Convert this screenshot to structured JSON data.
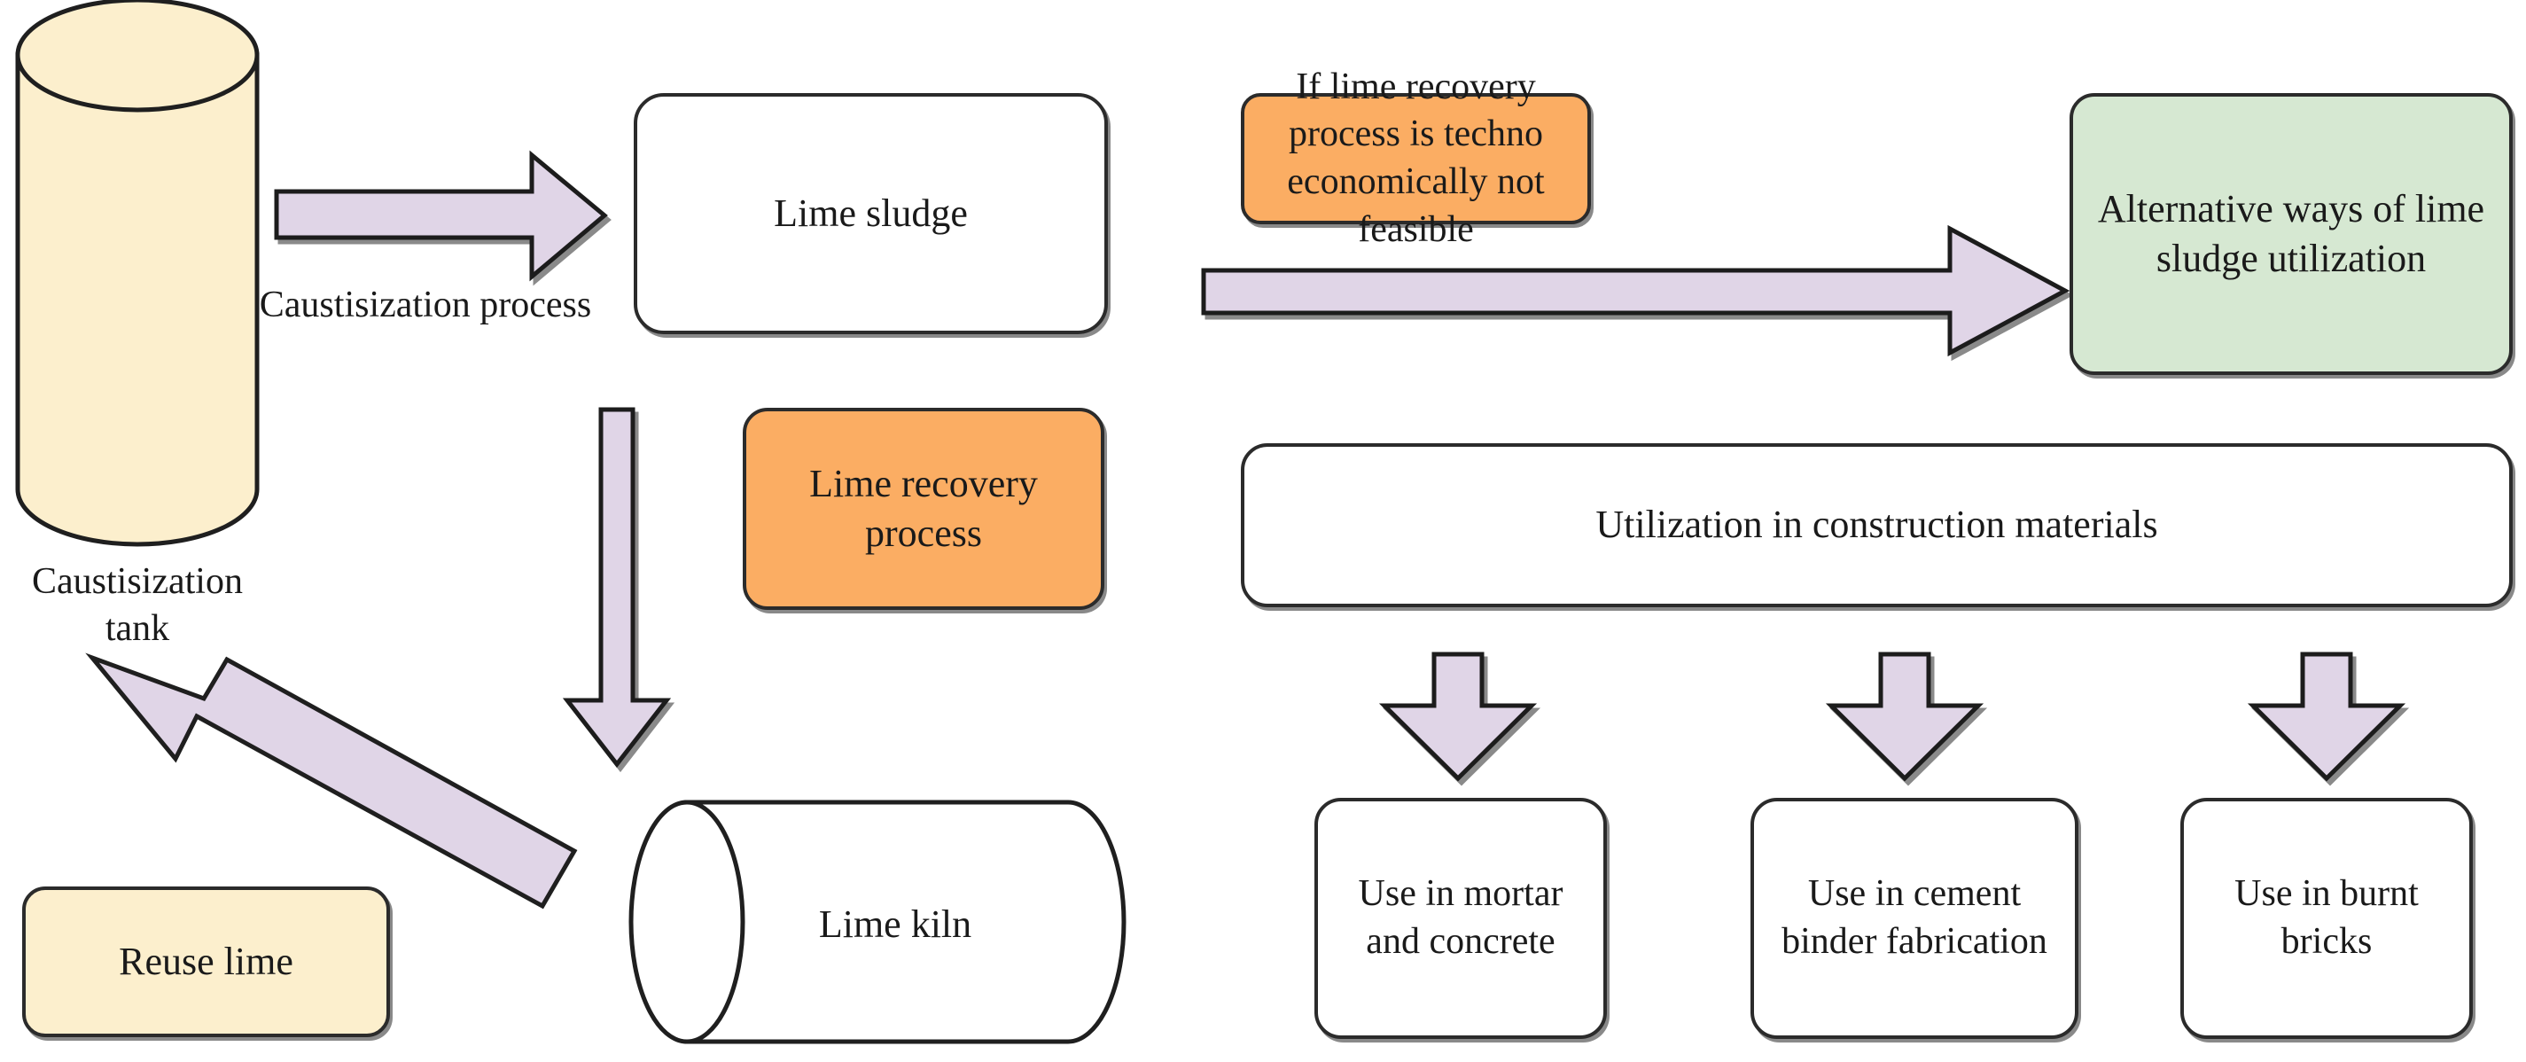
{
  "diagram": {
    "title": "Lime sludge handling and utilization flowchart",
    "colors": {
      "cream": "#FCEFCD",
      "orange": "#FBAD63",
      "green": "#D6E8D2",
      "arrow_fill": "#E0D5E7",
      "outline": "#2B2B2B",
      "background": "#FFFFFF"
    },
    "nodes": {
      "caustisization_tank": {
        "label": "Caustisization\ntank",
        "shape": "vertical-cylinder",
        "fill": "#FCEFCD"
      },
      "lime_sludge": {
        "label": "Lime sludge",
        "shape": "rounded-rect",
        "fill": "#FFFFFF"
      },
      "techno_economic_condition": {
        "label": "If lime recovery process is techno\neconomically not feasible",
        "shape": "rounded-rect",
        "fill": "#FBAD63"
      },
      "alternative_ways": {
        "label": "Alternative ways of lime\nsludge utilization",
        "shape": "rounded-rect",
        "fill": "#D6E8D2"
      },
      "lime_recovery_process": {
        "label": "Lime recovery\nprocess",
        "shape": "rounded-rect",
        "fill": "#FBAD63"
      },
      "utilization_construction": {
        "label": "Utilization in construction materials",
        "shape": "rounded-rect",
        "fill": "#FFFFFF"
      },
      "lime_kiln": {
        "label": "Lime kiln",
        "shape": "horizontal-cylinder",
        "fill": "#FFFFFF"
      },
      "reuse_lime": {
        "label": "Reuse lime",
        "shape": "rounded-rect",
        "fill": "#FCEFCD"
      },
      "use_mortar_concrete": {
        "label": "Use in mortar\nand concrete",
        "shape": "rounded-rect",
        "fill": "#FFFFFF"
      },
      "use_cement_binder": {
        "label": "Use in cement\nbinder fabrication",
        "shape": "rounded-rect",
        "fill": "#FFFFFF"
      },
      "use_burnt_bricks": {
        "label": "Use in burnt\nbricks",
        "shape": "rounded-rect",
        "fill": "#FFFFFF"
      }
    },
    "edge_labels": {
      "caustisization_process": "Caustisization process"
    },
    "edges": [
      {
        "from": "caustisization_tank",
        "to": "lime_sludge",
        "label": "Caustisization process",
        "direction": "right"
      },
      {
        "from": "techno_economic_condition",
        "to": "alternative_ways",
        "label": "",
        "direction": "right"
      },
      {
        "from": "lime_sludge",
        "to": "lime_kiln",
        "label": "",
        "direction": "down"
      },
      {
        "from": "lime_kiln",
        "to": "caustisization_tank",
        "label": "",
        "direction": "diagonal-up-left"
      },
      {
        "from": "utilization_construction",
        "to": "use_mortar_concrete",
        "label": "",
        "direction": "down"
      },
      {
        "from": "utilization_construction",
        "to": "use_cement_binder",
        "label": "",
        "direction": "down"
      },
      {
        "from": "utilization_construction",
        "to": "use_burnt_bricks",
        "label": "",
        "direction": "down"
      }
    ]
  }
}
